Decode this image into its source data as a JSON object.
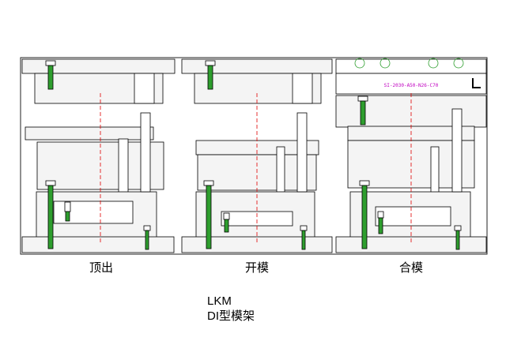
{
  "panels": [
    {
      "caption": "顶出"
    },
    {
      "caption": "开模"
    },
    {
      "caption": "合模"
    }
  ],
  "stamp_text": "SI-2030-A50-N26-C70",
  "brand": "LKM",
  "title": "DI型模架",
  "colors": {
    "line": "#000000",
    "plate_fill": "#f4f4f4",
    "centerline": "#e00000",
    "bolt_highlight": "#2e9e2e",
    "stamp": "#c000c0"
  }
}
